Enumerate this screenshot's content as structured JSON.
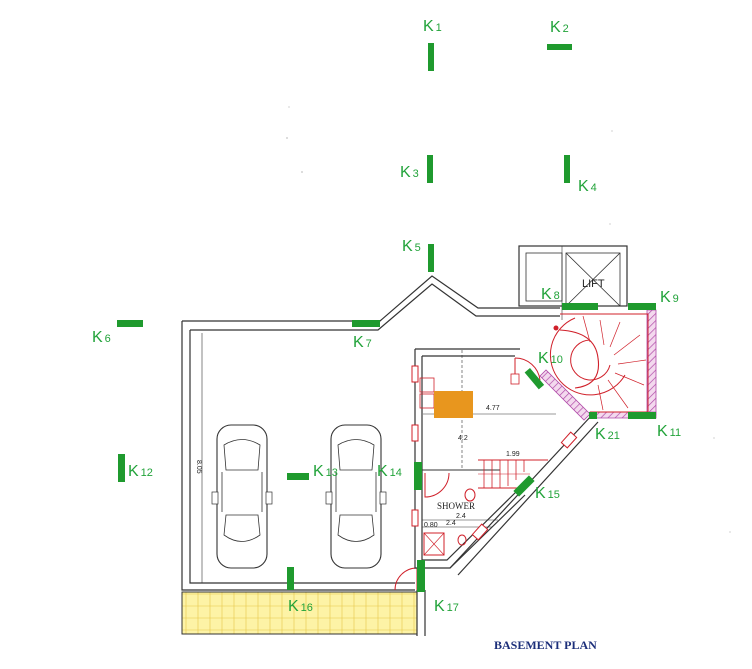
{
  "title": "BASEMENT PLAN",
  "lift_label": "LIFT",
  "shower_label": "SHOWER",
  "markers": [
    {
      "id": "k1",
      "letter": "K",
      "num": "1"
    },
    {
      "id": "k2",
      "letter": "K",
      "num": "2"
    },
    {
      "id": "k3",
      "letter": "K",
      "num": "3"
    },
    {
      "id": "k4",
      "letter": "K",
      "num": "4"
    },
    {
      "id": "k5",
      "letter": "K",
      "num": "5"
    },
    {
      "id": "k6",
      "letter": "K",
      "num": "6"
    },
    {
      "id": "k7",
      "letter": "K",
      "num": "7"
    },
    {
      "id": "k8",
      "letter": "K",
      "num": "8"
    },
    {
      "id": "k9",
      "letter": "K",
      "num": "9"
    },
    {
      "id": "k10",
      "letter": "K",
      "num": "10"
    },
    {
      "id": "k11",
      "letter": "K",
      "num": "11"
    },
    {
      "id": "k12",
      "letter": "K",
      "num": "12"
    },
    {
      "id": "k13",
      "letter": "K",
      "num": "13"
    },
    {
      "id": "k14",
      "letter": "K",
      "num": "14"
    },
    {
      "id": "k15",
      "letter": "K",
      "num": "15"
    },
    {
      "id": "k16",
      "letter": "K",
      "num": "16"
    },
    {
      "id": "k17",
      "letter": "K",
      "num": "17"
    },
    {
      "id": "k21",
      "letter": "K",
      "num": "21"
    }
  ],
  "dimensions": {
    "garage_height": "8.05",
    "room_width": "4.77",
    "room_depth": "4.2",
    "stair_width": "1.99",
    "shower_width": "2.4",
    "shower_width_2": "2.4",
    "shower_small": "0.80"
  },
  "colors": {
    "marker_green": "#1f9a2e",
    "stair_red": "#d0202a",
    "hatch_magenta": "#b04aa8",
    "stair_fill": "#e8961e",
    "patio_fill": "#fdf3a6",
    "title_blue": "#1c2f7a"
  }
}
